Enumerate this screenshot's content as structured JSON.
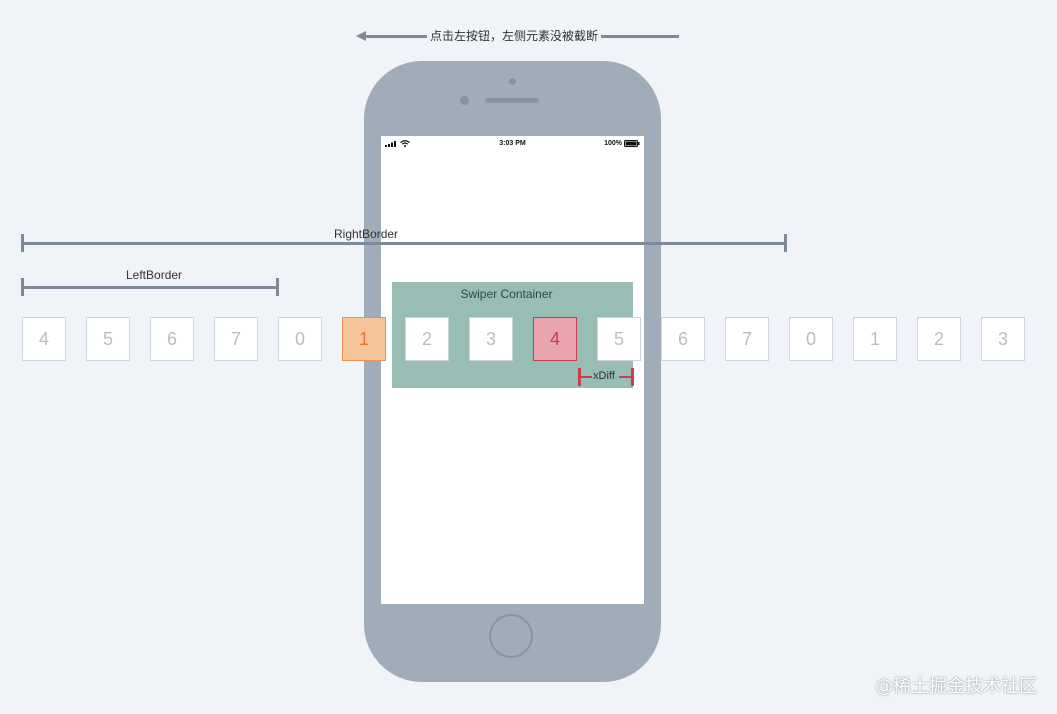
{
  "top_annotation": {
    "label": "点击左按钮，左侧元素没被截断"
  },
  "status_bar": {
    "time": "3:03 PM",
    "battery": "100%"
  },
  "container": {
    "label": "Swiper Container"
  },
  "right_border": {
    "label": "RightBorder"
  },
  "left_border": {
    "label": "LeftBorder"
  },
  "xdiff": {
    "label": "xDiff"
  },
  "slides": [
    {
      "label": "4",
      "state": "normal"
    },
    {
      "label": "5",
      "state": "normal"
    },
    {
      "label": "6",
      "state": "normal"
    },
    {
      "label": "7",
      "state": "normal"
    },
    {
      "label": "0",
      "state": "normal"
    },
    {
      "label": "1",
      "state": "active"
    },
    {
      "label": "2",
      "state": "normal"
    },
    {
      "label": "3",
      "state": "normal"
    },
    {
      "label": "4",
      "state": "current"
    },
    {
      "label": "5",
      "state": "normal"
    },
    {
      "label": "6",
      "state": "normal"
    },
    {
      "label": "7",
      "state": "normal"
    },
    {
      "label": "0",
      "state": "normal"
    },
    {
      "label": "1",
      "state": "normal"
    },
    {
      "label": "2",
      "state": "normal"
    },
    {
      "label": "3",
      "state": "normal"
    }
  ],
  "colors": {
    "active_fill": "#f5c49a",
    "current_fill": "#e8a5ae",
    "container_fill": "#97bdb5",
    "phone_body": "#a0acba"
  },
  "watermark": {
    "text": "@稀土掘金技术社区"
  }
}
